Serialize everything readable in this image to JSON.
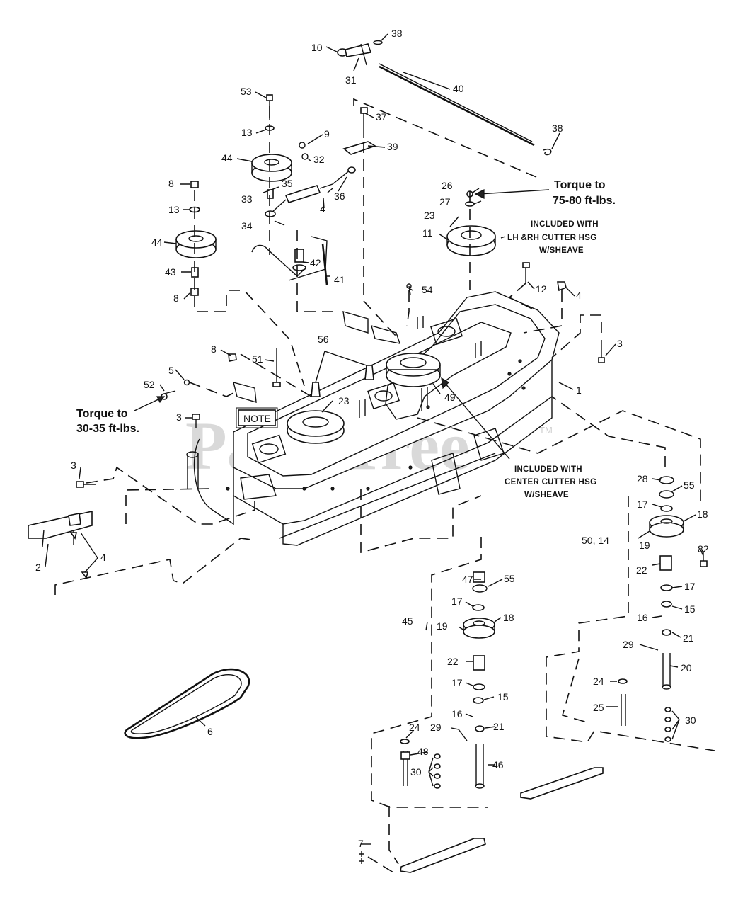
{
  "watermark": {
    "text": "PartsTree",
    "tm": "TM"
  },
  "notes": {
    "torque_upper_line1": "Torque to",
    "torque_upper_line2": "75-80 ft-lbs.",
    "torque_lower_line1": "Torque to",
    "torque_lower_line2": "30-35 ft-lbs.",
    "lh_rh_line1": "INCLUDED WITH",
    "lh_rh_line2": "LH &RH CUTTER HSG",
    "lh_rh_line3": "W/SHEAVE",
    "center_line1": "INCLUDED WITH",
    "center_line2": "CENTER CUTTER HSG",
    "center_line3": "W/SHEAVE",
    "note_box": "NOTE"
  },
  "callouts": [
    "10",
    "31",
    "38",
    "40",
    "38",
    "53",
    "13",
    "9",
    "32",
    "39",
    "37",
    "44",
    "35",
    "33",
    "36",
    "4",
    "34",
    "8",
    "13",
    "44",
    "43",
    "8",
    "42",
    "41",
    "26",
    "27",
    "23",
    "11",
    "54",
    "12",
    "4",
    "56",
    "8",
    "51",
    "5",
    "52",
    "3",
    "23",
    "49",
    "1",
    "3",
    "3",
    "2",
    "4",
    "28",
    "55",
    "17",
    "18",
    "50, 14",
    "19",
    "82",
    "22",
    "17",
    "15",
    "16",
    "21",
    "29",
    "20",
    "24",
    "25",
    "30",
    "47",
    "55",
    "17",
    "18",
    "45",
    "19",
    "22",
    "17",
    "15",
    "16",
    "21",
    "24",
    "29",
    "48",
    "30",
    "46",
    "6",
    "7"
  ]
}
